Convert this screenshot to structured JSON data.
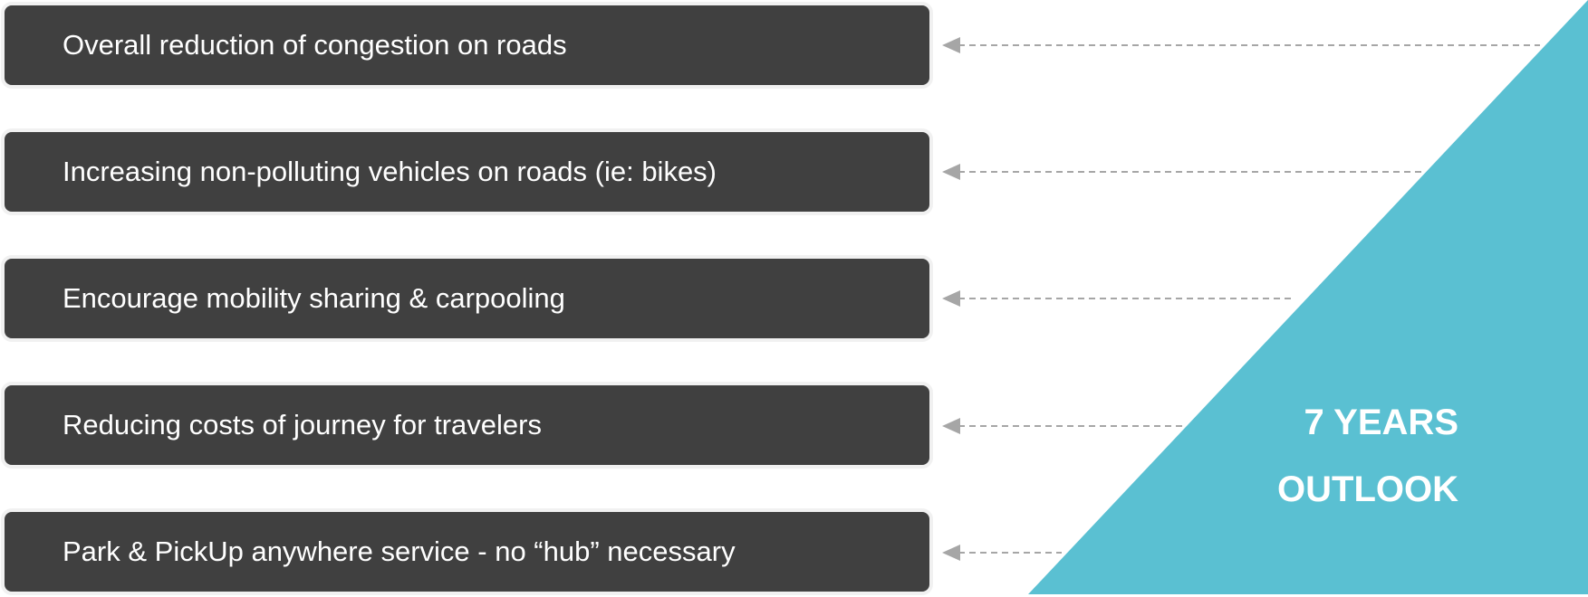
{
  "goals": [
    {
      "label": "Overall reduction of congestion on roads"
    },
    {
      "label": "Increasing non-polluting vehicles on roads (ie: bikes)"
    },
    {
      "label": "Encourage mobility sharing & carpooling"
    },
    {
      "label": "Reducing costs of journey for travelers"
    },
    {
      "label": "Park & PickUp anywhere service - no “hub” necessary"
    }
  ],
  "outlook": {
    "line1": "7 YEARS",
    "line2": "OUTLOOK"
  },
  "colors": {
    "bar": "#404040",
    "triangle": "#5ac0d2",
    "arrow": "#a6a6a6",
    "text": "#ffffff"
  }
}
